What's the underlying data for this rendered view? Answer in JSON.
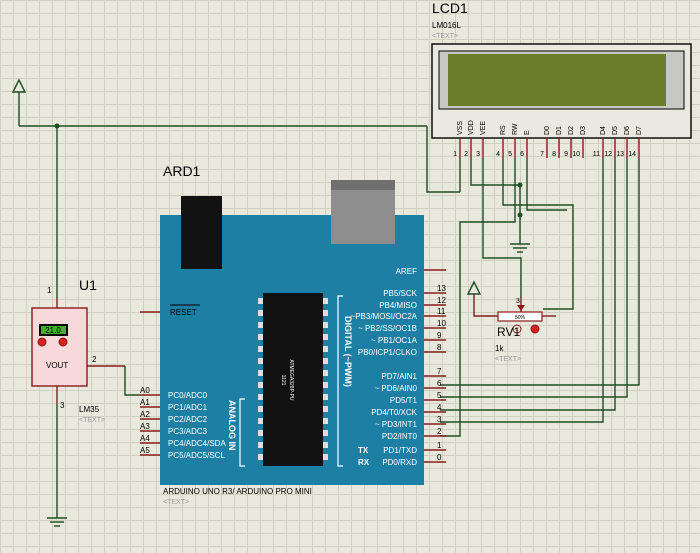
{
  "lcd": {
    "ref": "LCD1",
    "model": "LM016L",
    "text_tag": "<TEXT>",
    "pin_names": [
      "VSS",
      "VDD",
      "VEE",
      "RS",
      "RW",
      "E",
      "D0",
      "D1",
      "D2",
      "D3",
      "D4",
      "D5",
      "D6",
      "D7"
    ],
    "pin_numbers": [
      "1",
      "2",
      "3",
      "4",
      "5",
      "6",
      "7",
      "8",
      "9",
      "10",
      "11",
      "12",
      "13",
      "14"
    ]
  },
  "arduino": {
    "ref": "ARD1",
    "title": "ARDUINO UNO R3/ ARDUINO PRO MINI",
    "text_tag": "<TEXT>",
    "reset_label": "RESET",
    "analog_label": "ANALOG IN",
    "digital_label": "DIGITAL (~PWM)",
    "chip_text": "ATMEGA328P-PU",
    "chip_code": "1121",
    "aref": "AREF",
    "right_pins": [
      {
        "name": "PB5/SCK",
        "num": "13"
      },
      {
        "name": "PB4/MISO",
        "num": "12"
      },
      {
        "name": "~PB3/MOSI/OC2A",
        "num": "11"
      },
      {
        "name": "~ PB2/SS/OC1B",
        "num": "10"
      },
      {
        "name": "~ PB1/OC1A",
        "num": "9"
      },
      {
        "name": "PB0/ICP1/CLKO",
        "num": "8"
      },
      {
        "name": "PD7/AIN1",
        "num": "7"
      },
      {
        "name": "~ PD6/AIN0",
        "num": "6"
      },
      {
        "name": "PD5/T1",
        "num": "5"
      },
      {
        "name": "PD4/T0/XCK",
        "num": "4"
      },
      {
        "name": "~ PD3/INT1",
        "num": "3"
      },
      {
        "name": "PD2/INT0",
        "num": "2"
      },
      {
        "name": "PD1/TXD",
        "num": "1",
        "tag": "TX"
      },
      {
        "name": "PD0/RXD",
        "num": "0",
        "tag": "RX"
      }
    ],
    "analog_pins": [
      {
        "a": "A0",
        "name": "PC0/ADC0"
      },
      {
        "a": "A1",
        "name": "PC1/ADC1"
      },
      {
        "a": "A2",
        "name": "PC2/ADC2"
      },
      {
        "a": "A3",
        "name": "PC3/ADC3"
      },
      {
        "a": "A4",
        "name": "PC4/ADC4/SDA"
      },
      {
        "a": "A5",
        "name": "PC5/ADC5/SCL"
      }
    ]
  },
  "sensor": {
    "ref": "U1",
    "model": "LM35",
    "text_tag": "<TEXT>",
    "display": "21.0",
    "vout": "VOUT",
    "pin1": "1",
    "pin2": "2",
    "pin3": "3"
  },
  "pot": {
    "ref": "RV1",
    "value": "1k",
    "text_tag": "<TEXT>",
    "wiper": "3",
    "body_text": "50%"
  },
  "colors": {
    "board": "#1e7fa5",
    "wire": "#1f4d24",
    "pin": "#8b1a1a",
    "lcd_screen": "#6b7c2a",
    "sensor_body": "#f7d9d9"
  }
}
